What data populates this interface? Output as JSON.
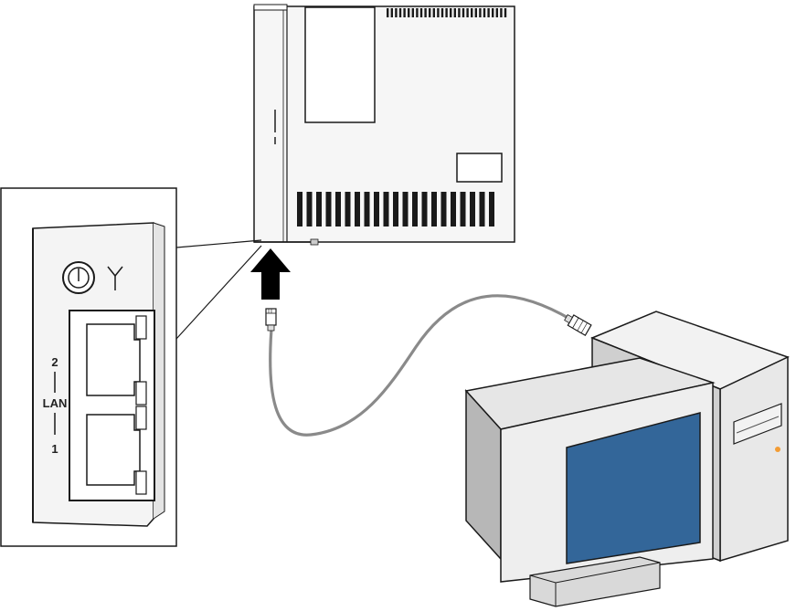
{
  "colors": {
    "background": "#ffffff",
    "outline": "#1a1a1a",
    "device_body": "#f6f6f6",
    "cable": "#8a8a8a",
    "screen": "#336699",
    "power_led": "#f39c34",
    "arrow": "#000000"
  },
  "inset_panel": {
    "port_label": "LAN",
    "port_numbers": [
      "2",
      "1"
    ],
    "icons": [
      "power-button-icon",
      "antenna-icon"
    ]
  },
  "devices": {
    "router": "router-device",
    "computer": [
      "pc-tower",
      "crt-monitor"
    ],
    "cable": "ethernet-cable"
  }
}
